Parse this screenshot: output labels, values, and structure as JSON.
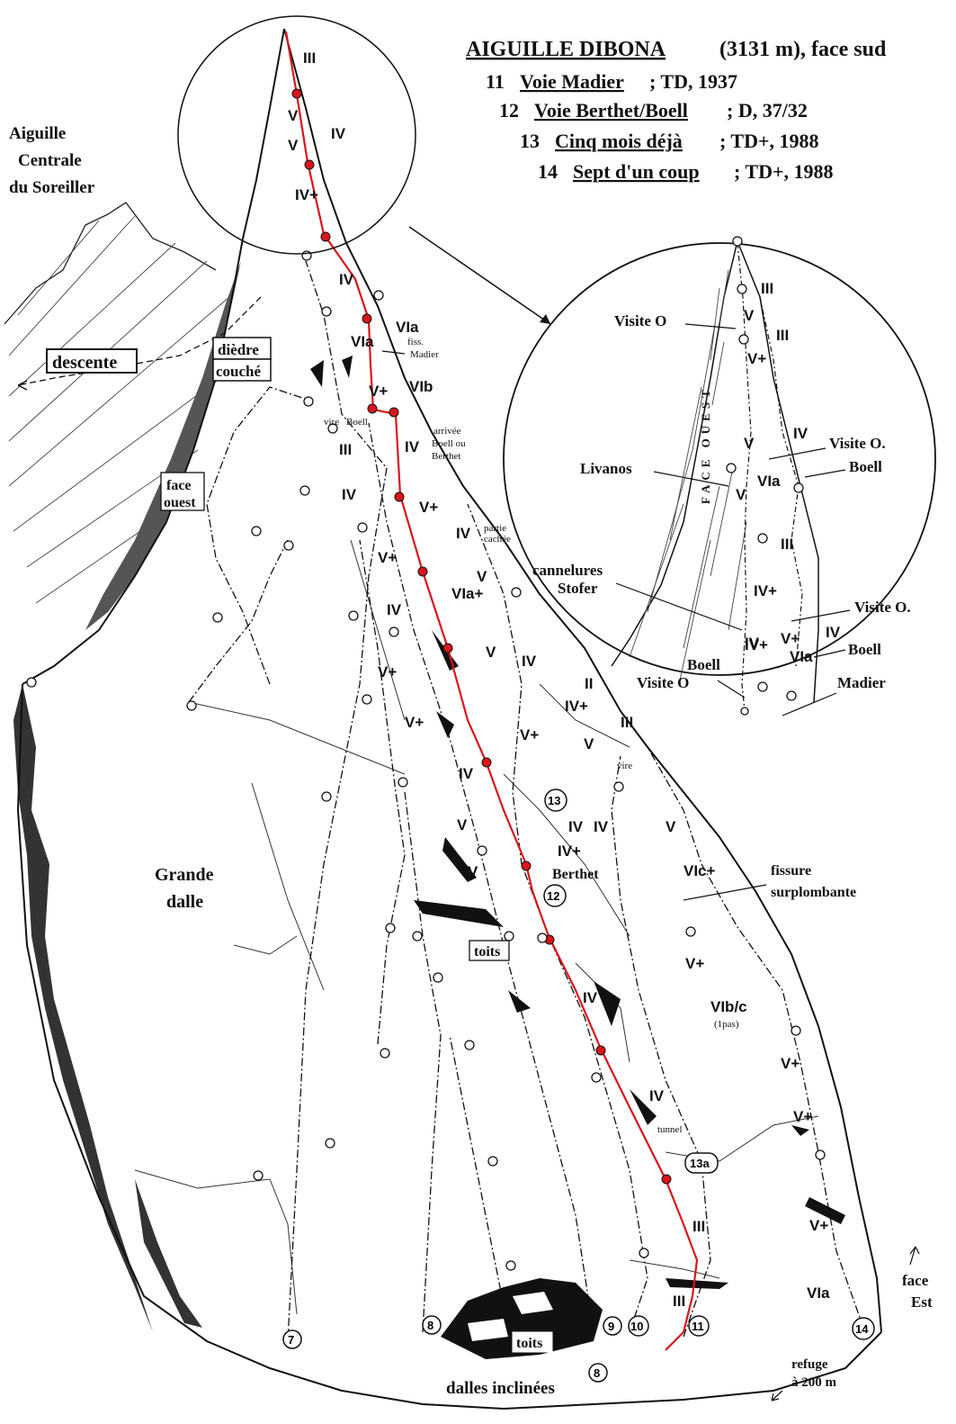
{
  "title": {
    "name": "AIGUILLE DIBONA",
    "altitude": "(3131 m), face sud"
  },
  "routes": [
    {
      "number": "11",
      "name": "Voie Madier",
      "info": "; TD, 1937"
    },
    {
      "number": "12",
      "name": "Voie Berthet/Boell",
      "info": "; D, 37/32"
    },
    {
      "number": "13",
      "name": "Cinq mois déjà",
      "info": "; TD+, 1988"
    },
    {
      "number": "14",
      "name": "Sept d'un coup",
      "info": "; TD+, 1988"
    }
  ],
  "places": {
    "aiguille_line1": "Aiguille",
    "aiguille_line2": "Centrale",
    "aiguille_line3": "du Soreiller",
    "descente": "descente",
    "diedre": "dièdre",
    "couche": "couché",
    "face_ouest_line1": "face",
    "face_ouest_line2": "ouest",
    "grande_line1": "Grande",
    "grande_line2": "dalle",
    "toits_mid": "toits",
    "toits_bottom": "toits",
    "dalles": "dalles inclinées",
    "fissure_line1": "fissure",
    "fissure_line2": "surplombante",
    "face_est_line1": "face",
    "face_est_line2": "Est",
    "refuge_line1": "refuge",
    "refuge_line2": "à 200 m",
    "vire_boell_1": "vire",
    "vire_boell_2": "Boell",
    "fiss_madier_1": "fiss.",
    "fiss_madier_2": "Madier",
    "arrivee_1": "arrivée",
    "arrivee_2": "Boell ou",
    "arrivee_3": "Berthet",
    "partie_1": "partie",
    "partie_2": "cachée",
    "vire": "vire",
    "berthet": "Berthet",
    "tunnel": "tunnel",
    "one_pas": "(1pas)"
  },
  "inset": {
    "face_ouest_vertical": "FACE OUEST",
    "visite_o_1": "Visite O",
    "visite_o_2": "Visite O.",
    "visite_o_3": "Visite O.",
    "visite_o_4": "Visite O",
    "boell_1": "Boell",
    "boell_2": "Boell",
    "boell_3": "Boell",
    "livanos": "Livanos",
    "cannelures_1": "cannelures",
    "cannelures_2": "Stofer",
    "madier": "Madier",
    "grades": [
      "III",
      "V",
      "III",
      "V+",
      "IV",
      "V",
      "VIa",
      "V",
      "III",
      "IV+",
      "IV",
      "V+",
      "IV",
      "IV+",
      "VIa"
    ]
  },
  "route_markers": {
    "m7": "7",
    "m8a": "8",
    "m8b": "8",
    "m9": "9",
    "m10": "10",
    "m11": "11",
    "m12": "12",
    "m13": "13",
    "m13a": "13a",
    "m14": "14"
  },
  "grades": {
    "g01": "III",
    "g02": "V",
    "g03": "IV",
    "g04": "V",
    "g05": "IV+",
    "g06": "IV",
    "g07": "VIa",
    "g08": "VIa",
    "g09": "V+",
    "g10": "VIb",
    "g11": "III",
    "g12": "IV",
    "g13": "IV",
    "g14": "V+",
    "g15": "IV",
    "g16": "V+",
    "g17": "VIa+",
    "g18": "V",
    "g19": "IV",
    "g20": "V+",
    "g21": "V",
    "g22": "IV",
    "g23": "V+",
    "g24": "IV",
    "g25": "II",
    "g26": "IV+",
    "g27": "III",
    "g28": "V+",
    "g29": "V",
    "g30": "IV",
    "g31": "IV",
    "g32": "IV+",
    "g33": "V",
    "g34": "V",
    "g35": "V",
    "g36": "VIc+",
    "g37": "V+",
    "g38": "VIb/c",
    "g39": "V+",
    "g40": "IV",
    "g41": "V+",
    "g42": "V+",
    "g43": "III",
    "g44": "III",
    "g45": "VIa"
  },
  "colors": {
    "route_red": "#d9161b",
    "ink": "#111111",
    "background": "#ffffff"
  }
}
